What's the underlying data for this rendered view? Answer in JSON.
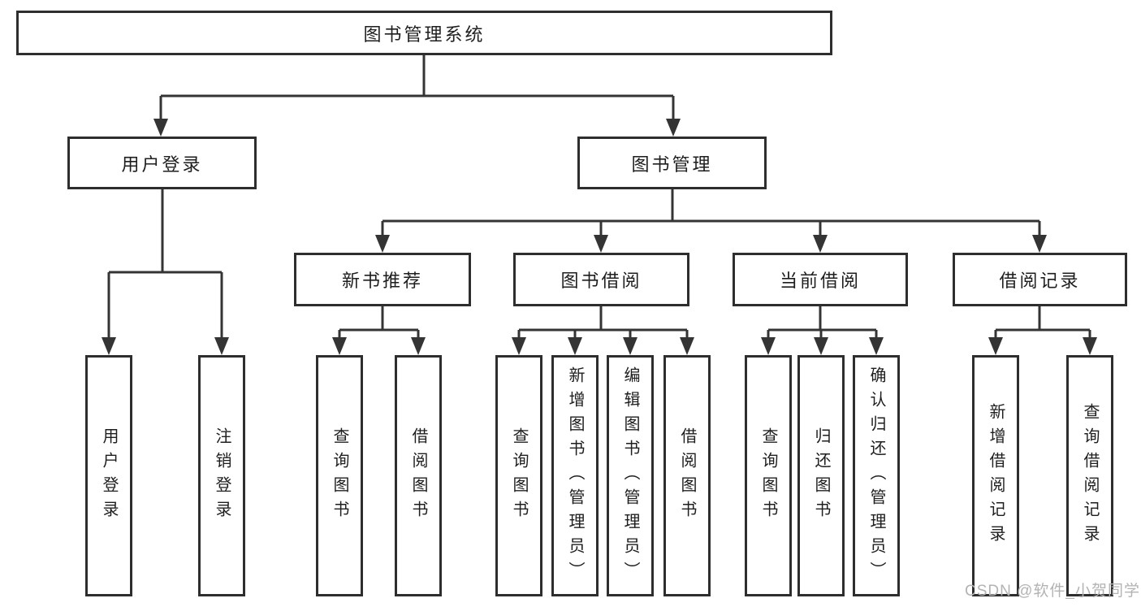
{
  "diagram": {
    "root": "图书管理系统",
    "branches": [
      {
        "label": "用户登录",
        "children": [
          "用户登录",
          "注销登录"
        ]
      },
      {
        "label": "图书管理",
        "children": [
          {
            "label": "新书推荐",
            "children": [
              "查询图书",
              "借阅图书"
            ]
          },
          {
            "label": "图书借阅",
            "children": [
              "查询图书",
              "新增图书（管理员）",
              "编辑图书（管理员）",
              "借阅图书"
            ]
          },
          {
            "label": "当前借阅",
            "children": [
              "查询图书",
              "归还图书",
              "确认归还（管理员）"
            ]
          },
          {
            "label": "借阅记录",
            "children": [
              "新增借阅记录",
              "查询借阅记录"
            ]
          }
        ]
      }
    ],
    "watermark": "CSDN @软件_小贺同学",
    "colors": {
      "background": "#ffffff",
      "line": "#343434",
      "box_border": "#2e2e2e",
      "text": "#1e1e1e",
      "watermark": "#b3b3b3"
    }
  }
}
